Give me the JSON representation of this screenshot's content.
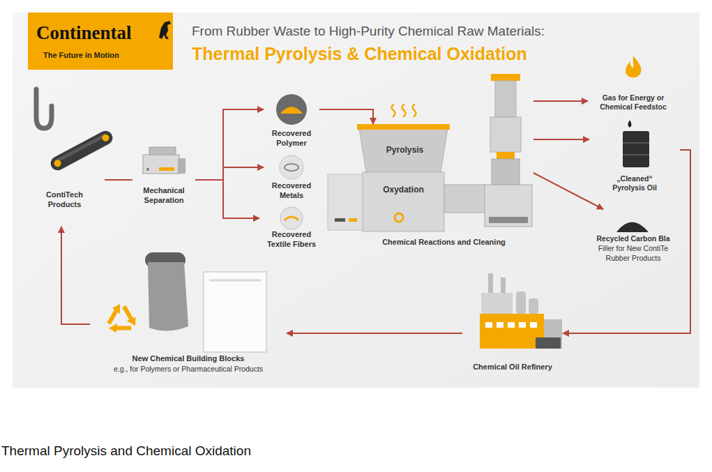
{
  "diagram": {
    "title": "From Rubber Waste to High-Purity Chemical Raw Materials:",
    "caption": "Thermal Pyrolysis and Chemical Oxidation",
    "nodes": [
      {
        "text": [
          "ContiTech Products"
        ]
      },
      {
        "text": [
          "Mechanical Separation"
        ]
      },
      {
        "text": [
          "Recovered Polymer"
        ]
      },
      {
        "text": [
          "Recovered Metals"
        ]
      },
      {
        "text": [
          "Recovered Textile Fibers"
        ]
      },
      {
        "text": [
          "Pyrolysis",
          "Oxydation",
          "Chemical Reactions and Cleaning"
        ]
      },
      {
        "text": [
          "Gas for Energy or Chemical Feedstoc"
        ]
      },
      {
        "text": [
          "„Cleaned“ Pyrolysis Oil"
        ]
      },
      {
        "text": [
          "Recycled Carbon Bla",
          "Filler for New ContiTe Rubber Products"
        ]
      },
      {
        "text": [
          "Chemical Oil Refinery"
        ]
      },
      {
        "text": [
          "New Chemical Building Blocks",
          "e.g., for Polymers or Pharmaceutical Products"
        ]
      }
    ],
    "edges": [
      {
        "from": 0,
        "to": 1,
        "arrow": "none"
      },
      {
        "from": 1,
        "to": 2,
        "arrow": "to"
      },
      {
        "from": 1,
        "to": 3,
        "arrow": "to"
      },
      {
        "from": 1,
        "to": 4,
        "arrow": "to"
      },
      {
        "from": 2,
        "to": 5,
        "arrow": "to"
      },
      {
        "from": 5,
        "to": 6,
        "arrow": "to"
      },
      {
        "from": 5,
        "to": 7,
        "arrow": "to"
      },
      {
        "from": 5,
        "to": 8,
        "arrow": "to"
      },
      {
        "from": 7,
        "to": 9,
        "arrow": "to"
      },
      {
        "from": 9,
        "to": 10,
        "arrow": "to"
      },
      {
        "from": 10,
        "to": 0,
        "arrow": "to"
      }
    ],
    "labels": [
      "Continental",
      "The Future in Motion",
      "Thermal Pyrolysis & Chemical Oxidation"
    ]
  }
}
